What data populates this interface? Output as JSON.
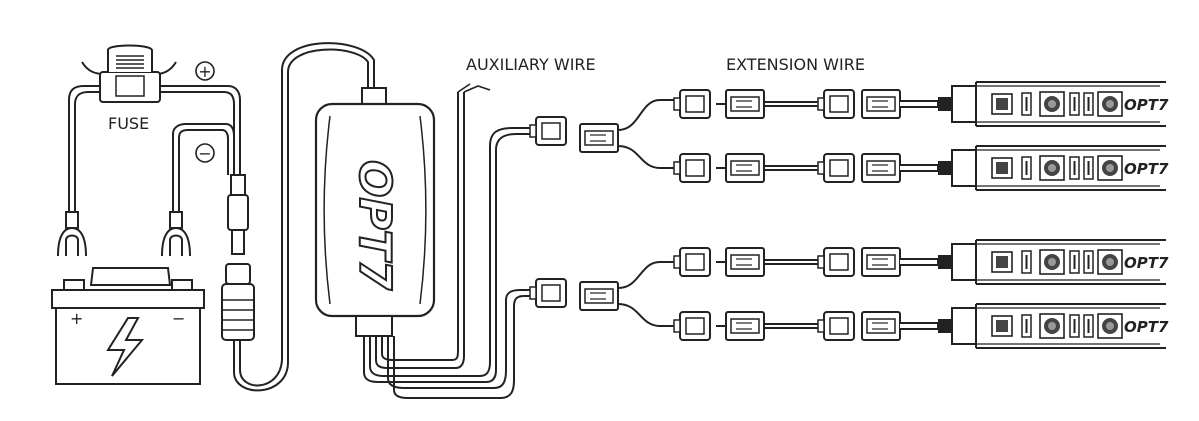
{
  "labels": {
    "fuse": "FUSE",
    "positive": "+",
    "negative": "−",
    "auxiliary_wire": "AUXILIARY WIRE",
    "extension_wire": "EXTENSION WIRE",
    "brand": "OPT7",
    "battery_positive": "+",
    "battery_negative": "−"
  },
  "strips": {
    "count": 4,
    "brand": "OPT7"
  }
}
